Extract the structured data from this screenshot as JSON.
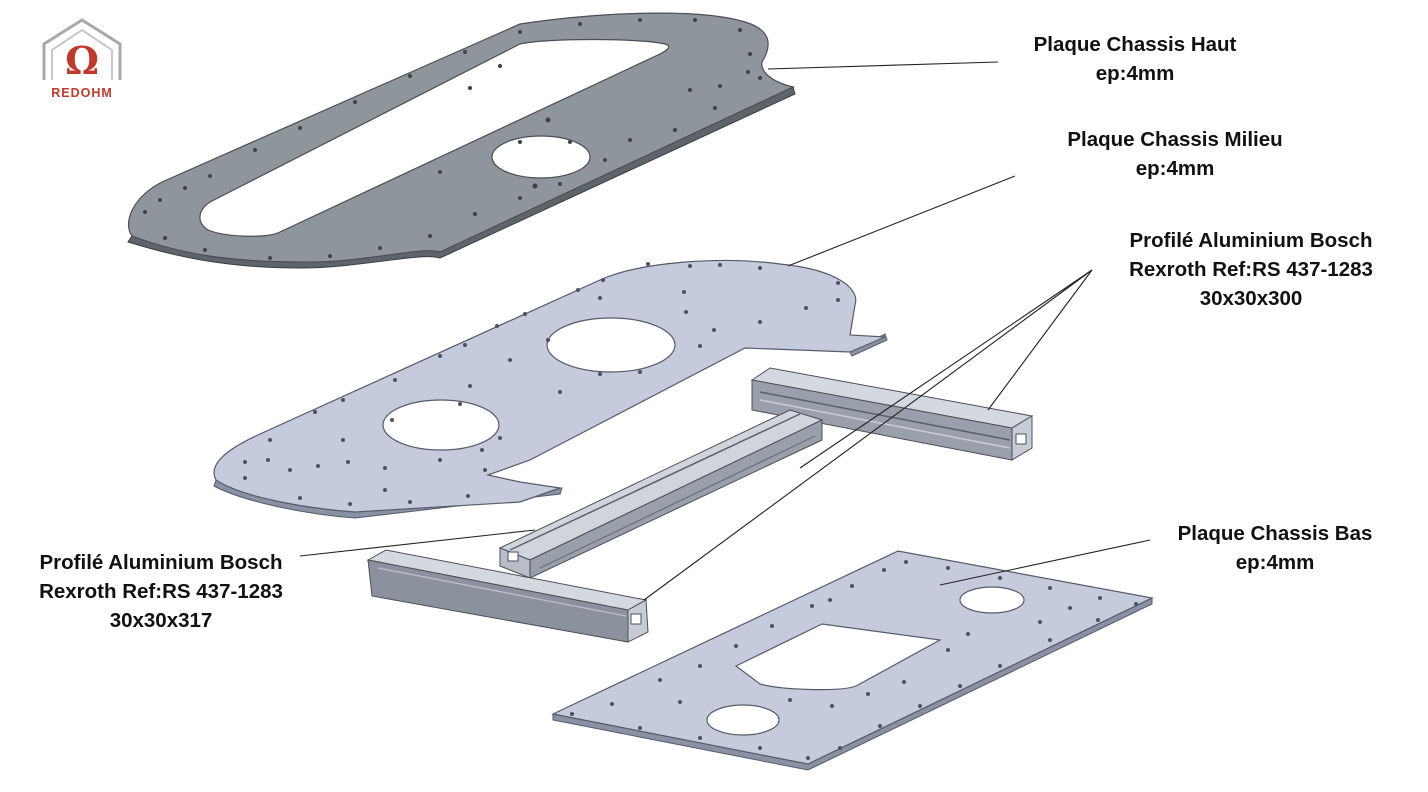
{
  "logo": {
    "text": "REDOHM",
    "icon": "house-omega-icon",
    "accent": "#c0392b"
  },
  "parts": [
    {
      "id": "top-plate",
      "lines": [
        "Plaque Chassis Haut",
        "ep:4mm"
      ]
    },
    {
      "id": "middle-plate",
      "lines": [
        "Plaque Chassis Milieu",
        "ep:4mm"
      ]
    },
    {
      "id": "profile-300",
      "lines": [
        "Profilé Aluminium Bosch",
        "Rexroth Ref:RS 437-1283",
        "30x30x300"
      ]
    },
    {
      "id": "profile-317",
      "lines": [
        "Profilé Aluminium Bosch",
        "Rexroth Ref:RS 437-1283",
        "30x30x317"
      ]
    },
    {
      "id": "bottom-plate",
      "lines": [
        "Plaque Chassis Bas",
        "ep:4mm"
      ]
    }
  ],
  "colors": {
    "top_plate": "#8f959c",
    "lower_plates": "#c5cbdc",
    "profile": "#aab0bb",
    "leader": "#222222"
  }
}
